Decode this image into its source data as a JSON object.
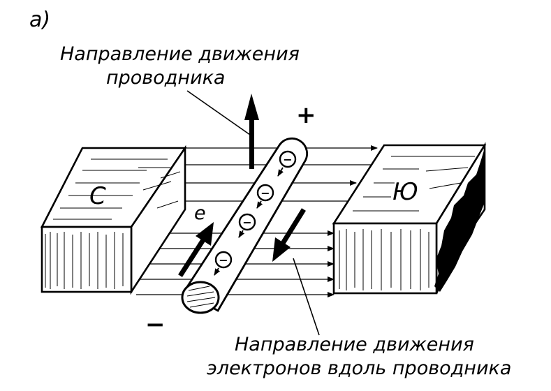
{
  "figure": {
    "sublabel": "а)",
    "conductor_motion_label": [
      "Направление движения",
      "проводника"
    ],
    "electron_motion_label": [
      "Направление движения",
      "электронов вдоль проводника"
    ],
    "pole_north": "С",
    "pole_south": "Ю",
    "plus_sign": "+",
    "minus_sign": "−",
    "electron_label": "e",
    "electron_charge_symbol": "−",
    "electron_count": 4
  },
  "colors": {
    "ink": "#000000",
    "paper": "#ffffff"
  }
}
